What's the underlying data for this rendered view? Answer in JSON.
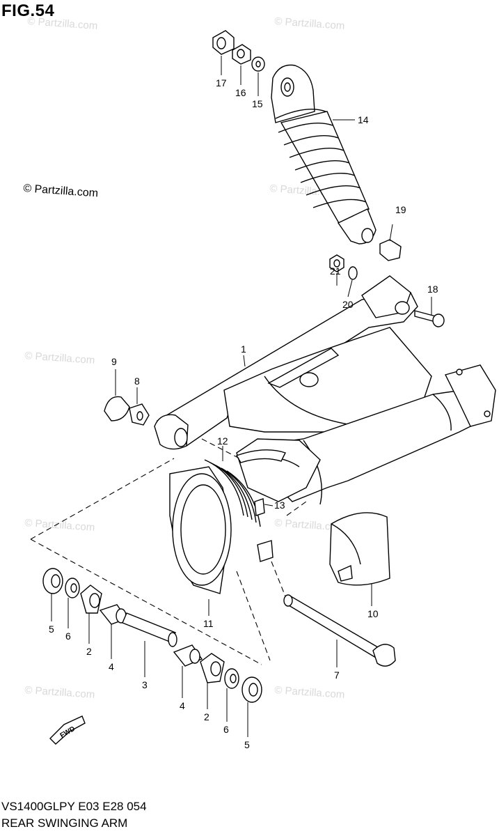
{
  "figure_title": "FIG.54",
  "copyright": "© Partzilla.com",
  "watermark": "© Partzilla.com",
  "model_code": "VS1400GLPY E03 E28  054",
  "assembly_name": "REAR SWINGING ARM",
  "fwd_label": "FWD",
  "callouts": {
    "c1": "1",
    "c2a": "2",
    "c2b": "2",
    "c3": "3",
    "c4a": "4",
    "c4b": "4",
    "c5a": "5",
    "c5b": "5",
    "c6a": "6",
    "c6b": "6",
    "c7": "7",
    "c8": "8",
    "c9": "9",
    "c10": "10",
    "c11": "11",
    "c12": "12",
    "c13": "13",
    "c14": "14",
    "c15": "15",
    "c16": "16",
    "c17": "17",
    "c18": "18",
    "c19": "19",
    "c20": "20",
    "c21": "21"
  }
}
